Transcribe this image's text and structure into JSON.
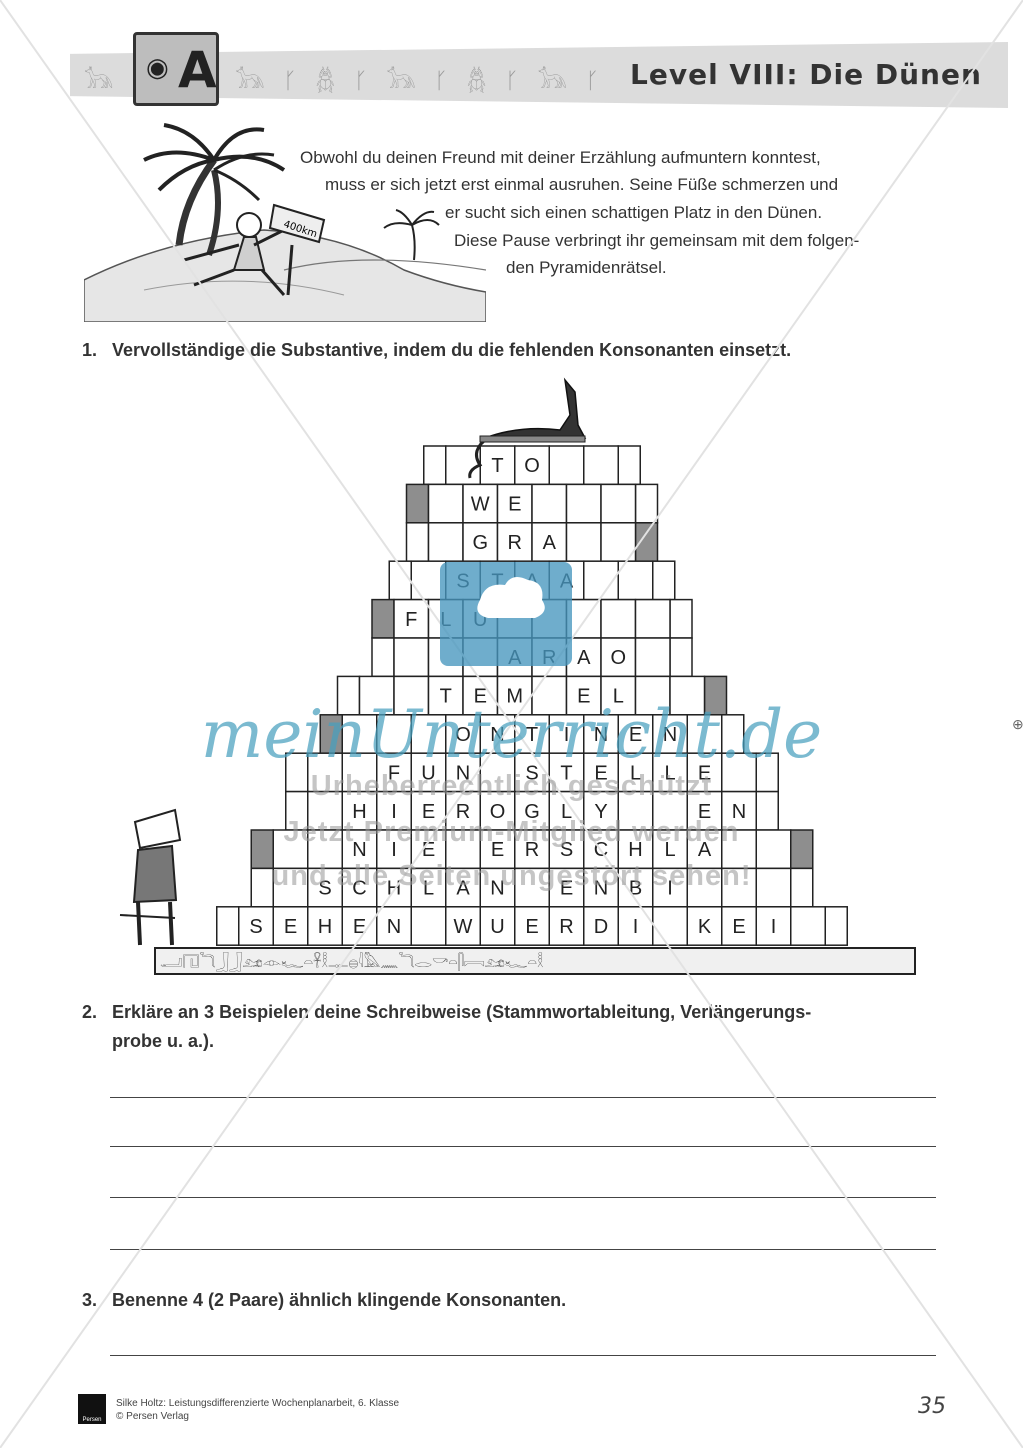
{
  "header": {
    "logo_letter": "A",
    "title": "Level VIII: Die Dünen",
    "banner_figures": "𓃥 ᚴ 𓆣 ᚴ 𓃥 ᚴ 𓆣 ᚴ 𓃥 ᚴ 𓆣 ᚴ 𓃥 ᚴ"
  },
  "intro": {
    "lines": [
      "Obwohl du deinen Freund mit deiner Erzählung aufmuntern konntest,",
      "muss er sich jetzt erst einmal ausruhen. Seine Füße schmerzen und",
      "er sucht sich einen schattigen Platz in den Dünen.",
      "Diese Pause verbringt ihr gemeinsam mit dem folgen-",
      "den Pyramidenrätsel."
    ],
    "sign_text": "400km"
  },
  "tasks": [
    {
      "num": "1.",
      "text": "Vervollständige die Substantive, indem du die fehlenden Konsonanten einsetzt."
    },
    {
      "num": "2.",
      "text": "Erkläre an 3 Beispielen deine Schreibweise (Stammwortableitung, Verlängerungs-",
      "text2": "probe u. a.)."
    },
    {
      "num": "3.",
      "text": "Benenne 4 (2 Paare) ähnlich klingende Konsonanten."
    }
  ],
  "pyramid_rows": [
    [
      "",
      "T",
      "O",
      "",
      ""
    ],
    [
      "",
      "W",
      "E",
      "",
      "",
      ""
    ],
    [
      "",
      "G",
      "R",
      "A",
      "",
      ""
    ],
    [
      "",
      "S",
      "T",
      "A",
      "A",
      "",
      ""
    ],
    [
      "F",
      "L",
      "U",
      "",
      "",
      "",
      "",
      ""
    ],
    [
      "",
      "",
      "",
      "A",
      "R",
      "A",
      "O",
      ""
    ],
    [
      "",
      "",
      "T",
      "E",
      "M",
      "",
      "E",
      "L",
      "",
      ""
    ],
    [
      "",
      "",
      "",
      "O",
      "N",
      "T",
      "I",
      "N",
      "E",
      "N",
      ""
    ],
    [
      "",
      "",
      "F",
      "U",
      "N",
      "",
      "S",
      "T",
      "E",
      "L",
      "L",
      "E",
      ""
    ],
    [
      "",
      "H",
      "I",
      "E",
      "R",
      "O",
      "G",
      "L",
      "Y",
      "",
      "",
      "E",
      "N"
    ],
    [
      "",
      "",
      "N",
      "I",
      "E",
      "",
      "E",
      "R",
      "S",
      "C",
      "H",
      "L",
      "A",
      "",
      ""
    ],
    [
      "",
      "S",
      "C",
      "H",
      "L",
      "A",
      "N",
      "",
      "E",
      "N",
      "B",
      "I",
      "",
      "",
      ""
    ],
    [
      "S",
      "E",
      "H",
      "E",
      "N",
      "",
      "W",
      "U",
      "E",
      "R",
      "D",
      "I",
      "",
      "K",
      "E",
      "I",
      ""
    ]
  ],
  "hieroglyph_band": "𓂝𓉔𓆓𓃀𓃀𓃭𓁹𓆑𓏏𓋹𓎛𓊃𓐍𓇋𓅓𓈖𓆓𓂋𓎡𓏏𓋴𓇯𓃭𓆑𓏏𓎛",
  "footer": {
    "publisher_logo": "Persen",
    "line1": "Silke Holtz: Leistungsdifferenzierte Wochenplanarbeit, 6. Klasse",
    "line2": "© Persen Verlag",
    "page": "35"
  },
  "watermark": {
    "brand": "meinUnterricht.de",
    "line1": "Urheberrechtlich geschützt",
    "line2": "Jetzt Premium-Mitglied werden",
    "line3": "und alle Seiten ungestört sehen!"
  }
}
